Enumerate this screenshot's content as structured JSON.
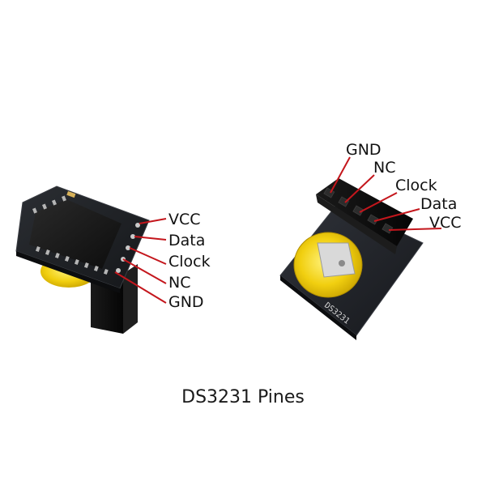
{
  "left_module": {
    "pins": [
      {
        "label": "VCC"
      },
      {
        "label": "Data"
      },
      {
        "label": "Clock"
      },
      {
        "label": "NC"
      },
      {
        "label": "GND"
      }
    ]
  },
  "right_module": {
    "pins": [
      {
        "label": "GND"
      },
      {
        "label": "NC"
      },
      {
        "label": "Clock"
      },
      {
        "label": "Data"
      },
      {
        "label": "VCC"
      }
    ],
    "silkscreen": "DS3231"
  },
  "caption": "DS3231 Pines",
  "colors": {
    "pointer": "#c4161c",
    "pcb": "#1b1d21",
    "battery": "#e8c300",
    "header": "#101010"
  }
}
